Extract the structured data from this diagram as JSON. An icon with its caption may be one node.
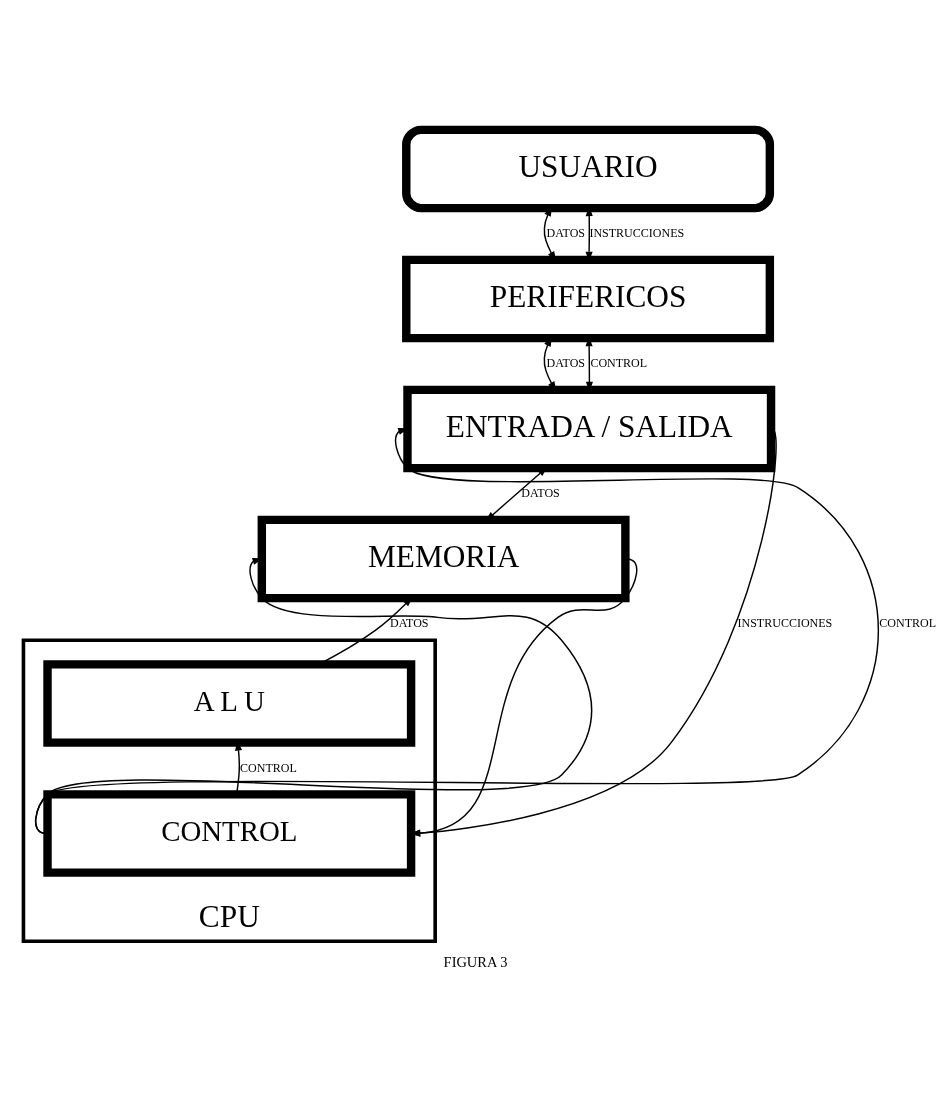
{
  "diagram": {
    "caption": "FIGURA 3",
    "nodes": [
      {
        "text": [
          "USUARIO"
        ]
      },
      {
        "text": [
          "PERIFERICOS"
        ]
      },
      {
        "text": [
          "ENTRADA / SALIDA"
        ]
      },
      {
        "text": [
          "MEMORIA"
        ]
      },
      {
        "text": [
          "CPU"
        ]
      },
      {
        "text": [
          "A L U"
        ],
        "in": 4
      },
      {
        "text": [
          "CONTROL"
        ],
        "in": 4
      }
    ],
    "edges": [
      {
        "from": 0,
        "to": 1,
        "arrow": "both",
        "label": "DATOS"
      },
      {
        "from": 0,
        "to": 1,
        "arrow": "both",
        "label": "INSTRUCCIONES"
      },
      {
        "from": 1,
        "to": 2,
        "arrow": "both",
        "label": "DATOS"
      },
      {
        "from": 1,
        "to": 2,
        "arrow": "both",
        "label": "CONTROL"
      },
      {
        "from": 2,
        "to": 3,
        "arrow": "both",
        "label": "DATOS"
      },
      {
        "from": 5,
        "to": 3,
        "arrow": "to",
        "label": "DATOS"
      },
      {
        "from": 6,
        "to": 5,
        "arrow": "to",
        "label": "CONTROL"
      },
      {
        "from": 6,
        "to": 2,
        "arrow": "to",
        "label": "CONTROL"
      },
      {
        "from": 6,
        "to": 3,
        "arrow": "to"
      },
      {
        "from": 2,
        "to": 6,
        "arrow": "to",
        "label": "INSTRUCCIONES"
      },
      {
        "from": 3,
        "to": 6,
        "arrow": "to"
      }
    ]
  }
}
